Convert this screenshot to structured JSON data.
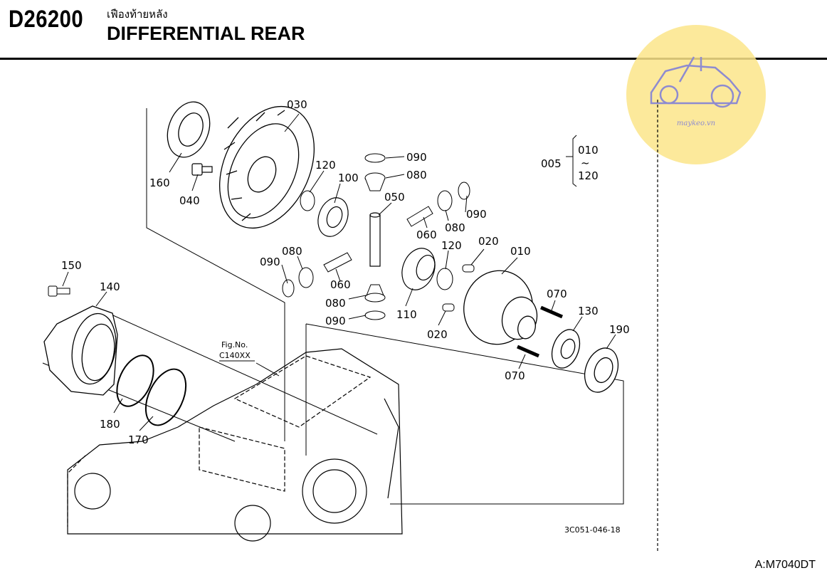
{
  "header": {
    "page_code": "D26200",
    "title_thai": "เฟืองท้ายหลัง",
    "title_en": "DIFFERENTIAL REAR"
  },
  "watermark": {
    "text": "maykeo.vn",
    "color": "#fbe58a"
  },
  "part_labels": {
    "p030": "030",
    "p160": "160",
    "p040": "040",
    "p120a": "120",
    "p100": "100",
    "p090a": "090",
    "p080a": "080",
    "p050": "050",
    "p090b": "090",
    "p080b": "080",
    "p060a": "060",
    "p005": "005",
    "p010a": "010",
    "p120b": "120",
    "p150": "150",
    "p140": "140",
    "p090c": "090",
    "p080c": "080",
    "p060b": "060",
    "p080d": "080",
    "p090d": "090",
    "p110": "110",
    "p120c": "120",
    "p020a": "020",
    "p010b": "010",
    "p070a": "070",
    "p130": "130",
    "p190": "190",
    "p020b": "020",
    "p070b": "070",
    "p180": "180",
    "p170": "170"
  },
  "range_sep": "~",
  "fig_ref": {
    "line1": "Fig.No.",
    "line2": "C140XX"
  },
  "drawing_code": "3C051-046-18",
  "model_id": "A:M7040DT"
}
